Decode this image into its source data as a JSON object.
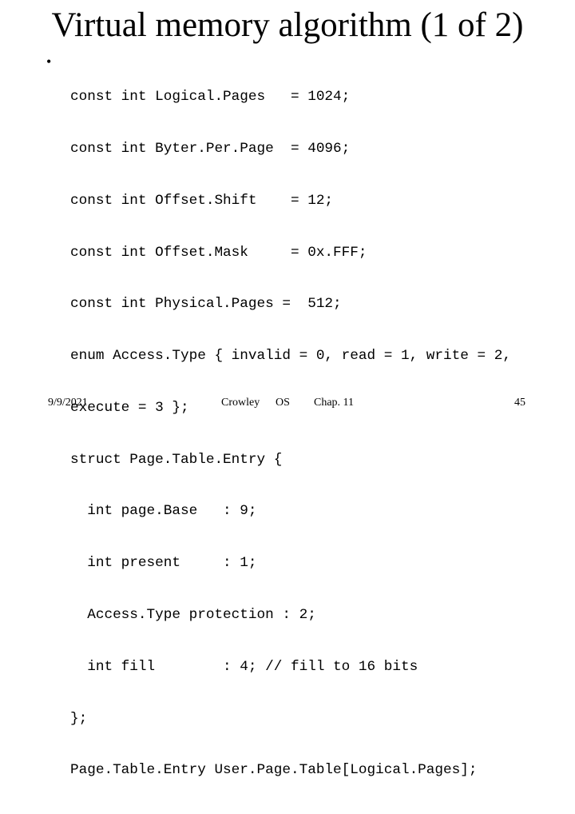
{
  "slide": {
    "title": "Virtual memory algorithm (1 of 2)",
    "bullet": "•",
    "code_lines": [
      "const int Logical.Pages   = 1024;",
      "const int Byter.Per.Page  = 4096;",
      "const int Offset.Shift    = 12;",
      "const int Offset.Mask     = 0x.FFF;",
      "const int Physical.Pages =  512;",
      "enum Access.Type { invalid = 0, read = 1, write = 2,",
      "execute = 3 };",
      "struct Page.Table.Entry {",
      "  int page.Base   : 9;",
      "  int present     : 1;",
      "  Access.Type protection : 2;",
      "  int fill        : 4; // fill to 16 bits",
      "};",
      "Page.Table.Entry User.Page.Table[Logical.Pages];"
    ]
  },
  "footer": {
    "date": "9/9/2021",
    "author": "Crowley",
    "course": "OS",
    "chapter": "Chap. 11",
    "page_number": "45"
  }
}
